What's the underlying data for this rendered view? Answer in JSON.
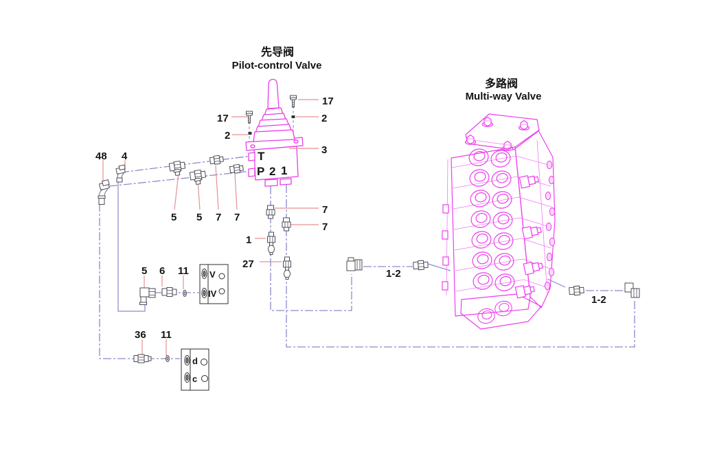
{
  "diagram": {
    "pilot_valve": {
      "title_zh": "先导阀",
      "title_en": "Pilot-control Valve",
      "ports": {
        "t": "T",
        "p": "P",
        "two": "2",
        "one": "1"
      }
    },
    "multi_way_valve": {
      "title_zh": "多路阀",
      "title_en": "Multi-way Valve"
    },
    "upper_block_ports": {
      "v": "V",
      "iv": "IV"
    },
    "lower_block_ports": {
      "d": "d",
      "c": "c"
    },
    "callouts": {
      "n17a": "17",
      "n2a": "2",
      "n17b": "17",
      "n2b": "2",
      "n3": "3",
      "n48": "48",
      "n4": "4",
      "n5a": "5",
      "n5b": "5",
      "n7a": "7",
      "n7b": "7",
      "n7c": "7",
      "n7d": "7",
      "n1": "1",
      "n27": "27",
      "n5c": "5",
      "n6": "6",
      "n11a": "11",
      "n36": "36",
      "n11b": "11",
      "n12a": "1-2",
      "n12b": "1-2"
    },
    "colors": {
      "valve_outline": "#ee3cee",
      "pipe_line": "#8a8ace",
      "leader_line": "#e59090",
      "fitting_line": "#4a4a55",
      "text": "#141414"
    }
  }
}
